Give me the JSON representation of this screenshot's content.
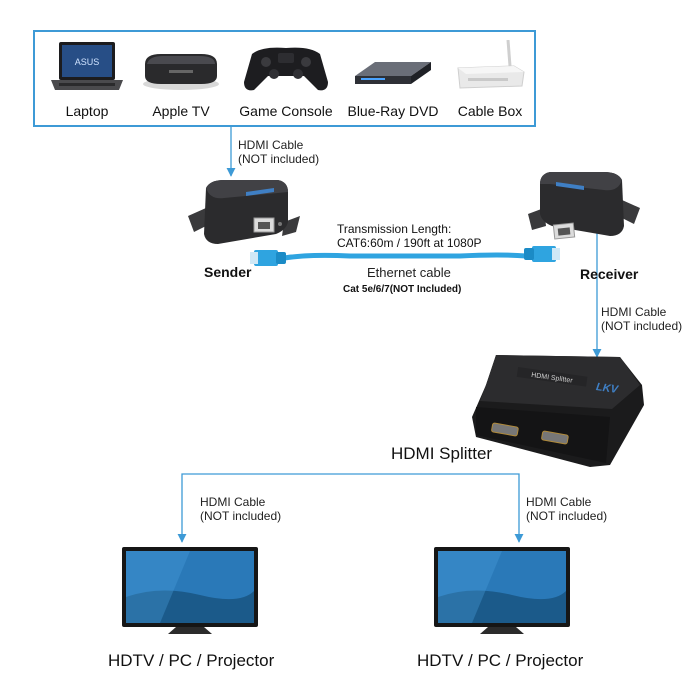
{
  "sources": [
    {
      "label": "Laptop",
      "icon": "laptop-icon"
    },
    {
      "label": "Apple TV",
      "icon": "apple-tv-icon"
    },
    {
      "label": "Game Console",
      "icon": "game-console-icon"
    },
    {
      "label": "Blue-Ray DVD",
      "icon": "bluray-player-icon"
    },
    {
      "label": "Cable Box",
      "icon": "cable-box-icon"
    }
  ],
  "laptop_brand": "ASUS",
  "cable_sources": {
    "line1": "HDMI Cable",
    "line2": "(NOT included)"
  },
  "sender_label": "Sender",
  "receiver_label": "Receiver",
  "transmission": {
    "line1": "Transmission Length:",
    "line2": "CAT6:60m / 190ft at 1080P"
  },
  "ethernet": {
    "label": "Ethernet cable",
    "note": "Cat 5e/6/7(NOT Included)"
  },
  "cable_receiver": {
    "line1": "HDMI Cable",
    "line2": "(NOT included)"
  },
  "splitter": {
    "label": "HDMI Splitter",
    "brand": "HDMI Splitter"
  },
  "cable_left": {
    "line1": "HDMI Cable",
    "line2": "(NOT included)"
  },
  "cable_right": {
    "line1": "HDMI Cable",
    "line2": "(NOT included)"
  },
  "display_left": "HDTV / PC / Projector",
  "display_right": "HDTV / PC / Projector",
  "colors": {
    "accent": "#3d9ad6",
    "ethernet_cable": "#2fa4e0",
    "device_body": "#2b2b2d"
  }
}
